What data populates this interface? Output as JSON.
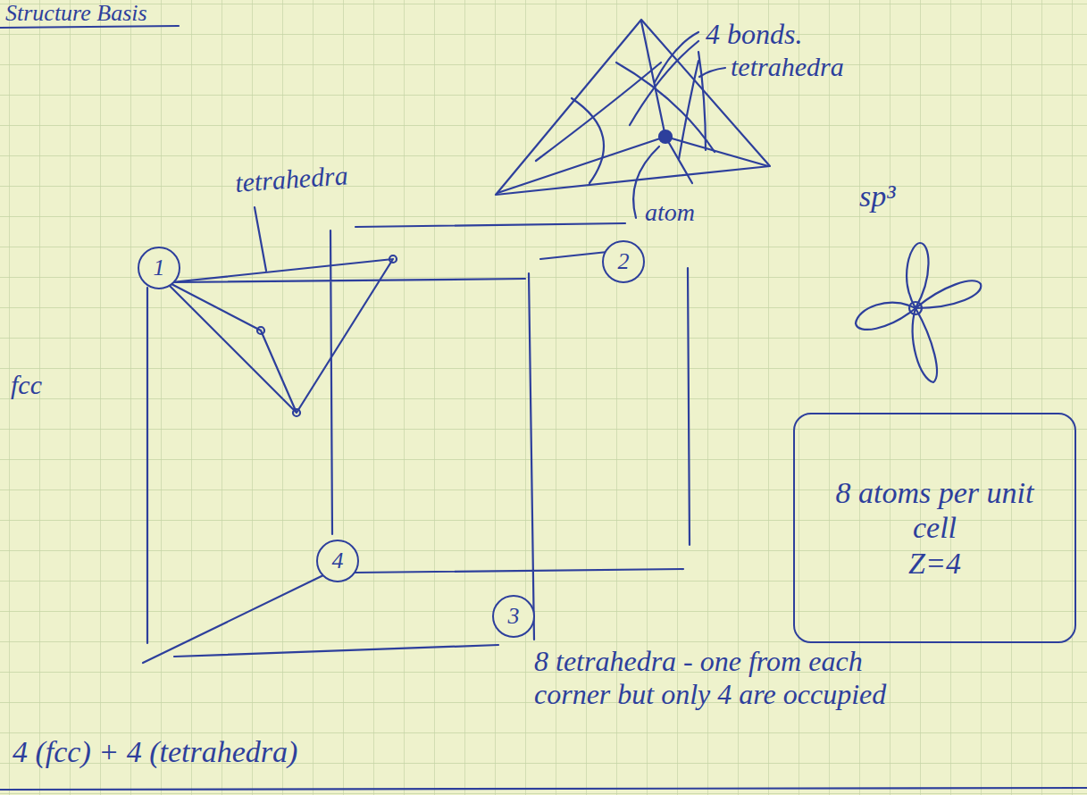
{
  "diagram": {
    "title": "Structure Basis",
    "nodes": [
      {
        "text": [
          "1"
        ]
      },
      {
        "text": [
          "2"
        ]
      },
      {
        "text": [
          "8 atoms per unit cell",
          "Z=4"
        ]
      },
      {
        "text": [
          "4"
        ]
      },
      {
        "text": [
          "3"
        ]
      }
    ],
    "labels": [
      "4 bonds.",
      "tetrahedra",
      "atom",
      "sp³",
      "tetrahedra",
      "fcc",
      "8 tetrahedra - one from each corner but only 4 are occupied",
      "4 (fcc) + 4 (tetrahedra)"
    ]
  }
}
